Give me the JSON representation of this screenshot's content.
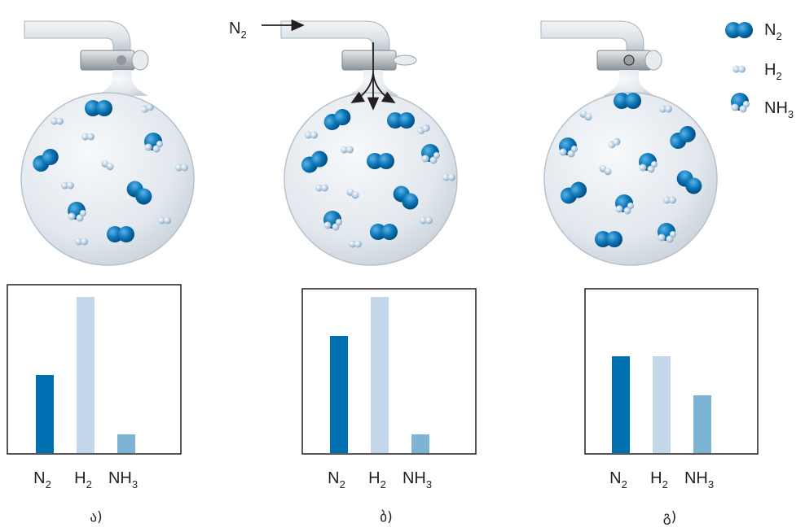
{
  "figure": {
    "panels": [
      {
        "caption": "ა)",
        "arrow_label_base": ""
      },
      {
        "caption": "ბ)",
        "arrow_label_base": "N",
        "arrow_label_sub": "2"
      },
      {
        "caption": "გ)",
        "arrow_label_base": ""
      }
    ],
    "legend": [
      {
        "molecule": "N2-molecule",
        "base": "N",
        "sub": "2"
      },
      {
        "molecule": "H2-molecule",
        "base": "H",
        "sub": "2"
      },
      {
        "molecule": "NH3-molecule",
        "base": "NH",
        "sub": "3"
      }
    ],
    "colors": {
      "N2": "#0070b0",
      "H2": "#c2d7ea",
      "NH3": "#7db3d3",
      "flask": "#e4eaf0",
      "flask_edge": "#a9b3bd"
    }
  },
  "chart_data": [
    {
      "type": "bar",
      "categories": [
        {
          "base": "N",
          "sub": "2"
        },
        {
          "base": "H",
          "sub": "2"
        },
        {
          "base": "NH",
          "sub": "3"
        }
      ],
      "values": [
        0.5,
        1.0,
        0.12
      ],
      "ylim": [
        0,
        1.0
      ],
      "xlabel": "",
      "ylabel": "",
      "title": ""
    },
    {
      "type": "bar",
      "categories": [
        {
          "base": "N",
          "sub": "2"
        },
        {
          "base": "H",
          "sub": "2"
        },
        {
          "base": "NH",
          "sub": "3"
        }
      ],
      "values": [
        0.75,
        1.0,
        0.12
      ],
      "ylim": [
        0,
        1.0
      ],
      "xlabel": "",
      "ylabel": "",
      "title": ""
    },
    {
      "type": "bar",
      "categories": [
        {
          "base": "N",
          "sub": "2"
        },
        {
          "base": "H",
          "sub": "2"
        },
        {
          "base": "NH",
          "sub": "3"
        }
      ],
      "values": [
        0.62,
        0.62,
        0.37
      ],
      "ylim": [
        0,
        1.0
      ],
      "xlabel": "",
      "ylabel": "",
      "title": ""
    }
  ]
}
